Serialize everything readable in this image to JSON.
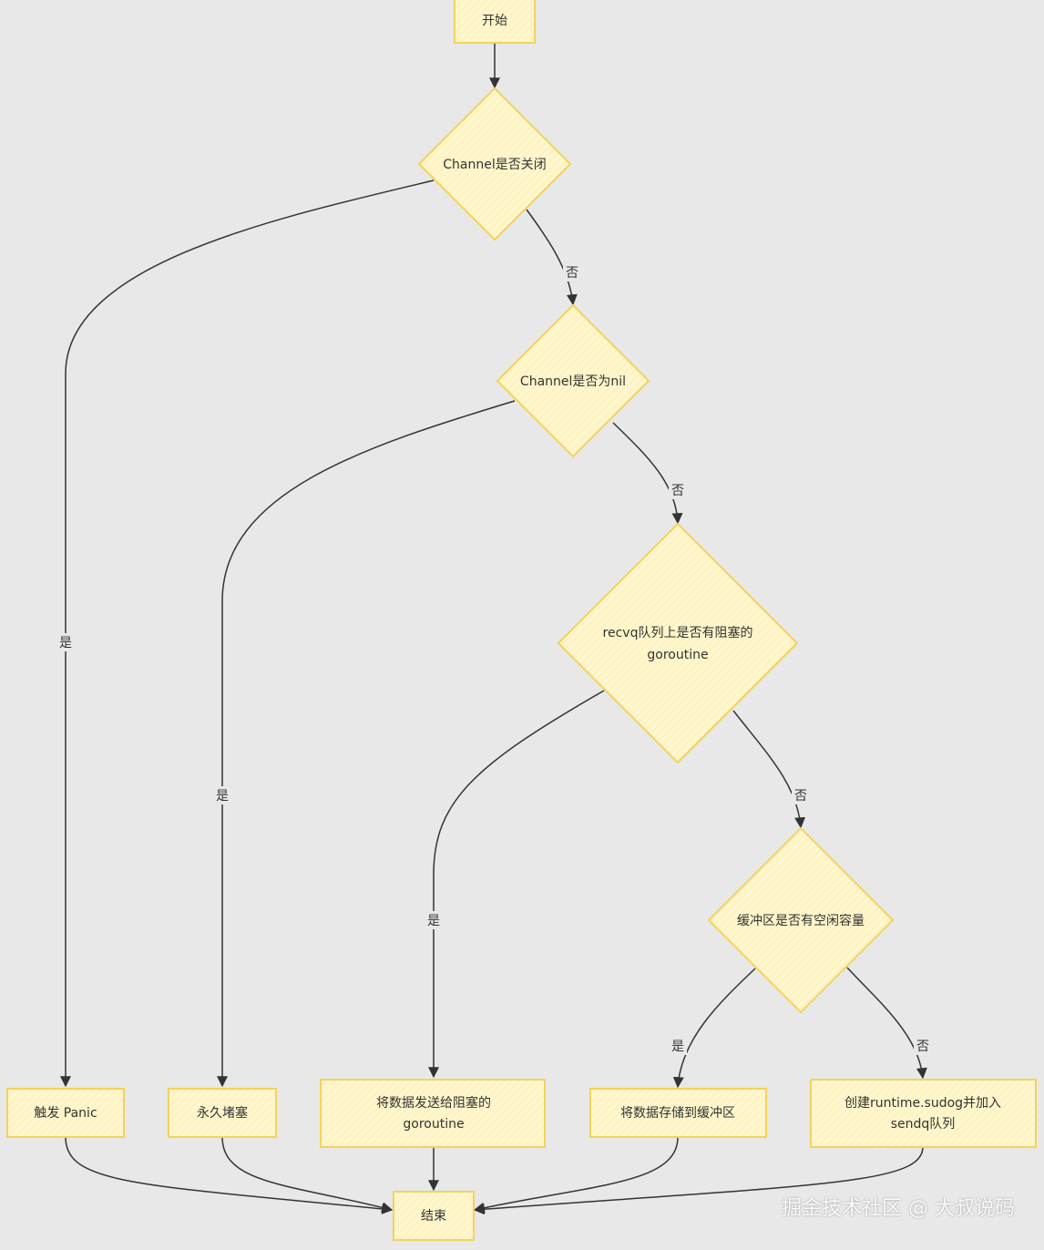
{
  "nodes": {
    "start": "开始",
    "closed": "Channel是否关闭",
    "nil": "Channel是否为nil",
    "recvq": [
      "recvq队列上是否有阻塞的",
      "goroutine"
    ],
    "buffer": "缓冲区是否有空闲容量",
    "panic": "触发 Panic",
    "block": "永久堵塞",
    "send_direct": [
      "将数据发送给阻塞的",
      "goroutine"
    ],
    "store": "将数据存储到缓冲区",
    "sudog": [
      "创建runtime.sudog并加入",
      "sendq队列"
    ],
    "end": "结束"
  },
  "edge_labels": {
    "closed_no": "否",
    "closed_yes": "是",
    "nil_no": "否",
    "nil_yes": "是",
    "recvq_no": "否",
    "recvq_yes": "是",
    "buffer_yes": "是",
    "buffer_no": "否"
  },
  "watermark": "掘金技术社区 @ 大叔说码",
  "colors": {
    "background": "#e8e8e8",
    "node_fill": "#fff6cc",
    "node_stroke": "#f2d35c",
    "edge": "#333333"
  }
}
